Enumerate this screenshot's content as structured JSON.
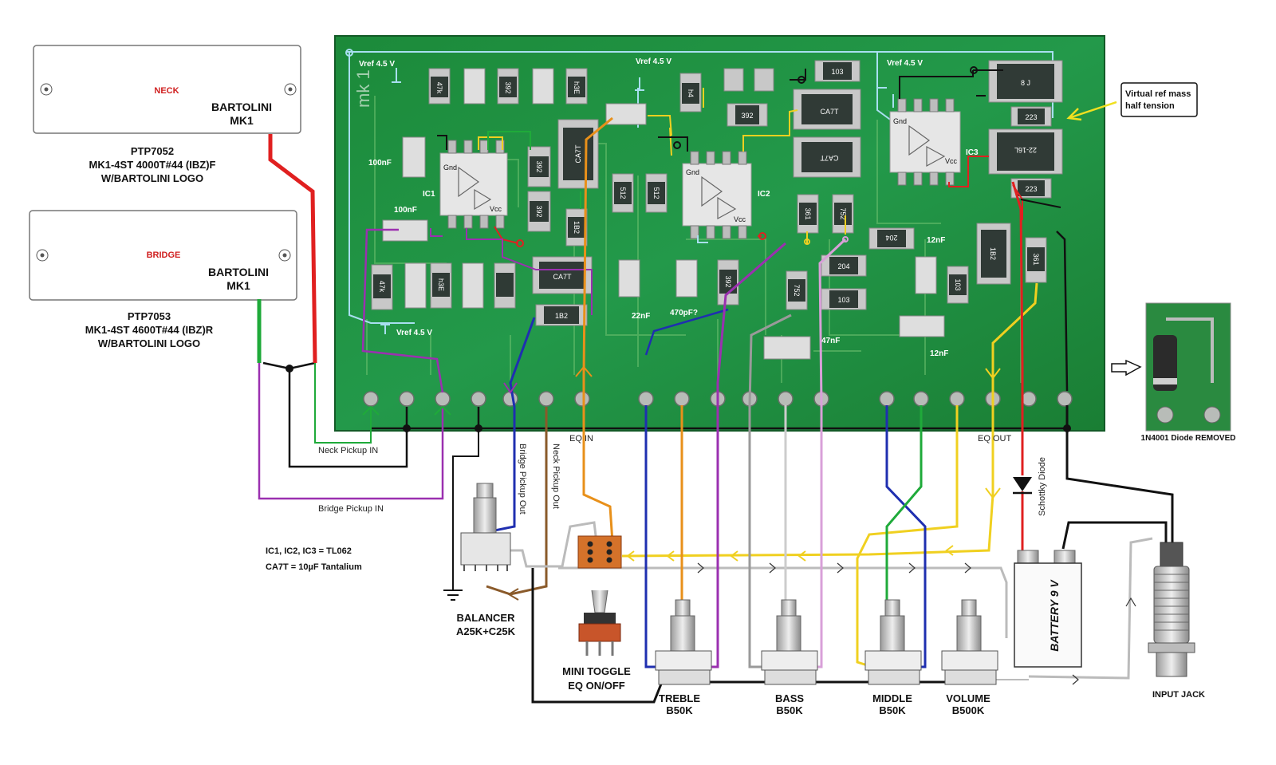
{
  "pickups": {
    "neck": {
      "position": "NECK",
      "brand": "BARTOLINI",
      "model": "MK1",
      "part": "PTP7052",
      "code": "MK1-4ST 4000T#44 (IBZ)F",
      "logo": "W/BARTOLINI LOGO"
    },
    "bridge": {
      "position": "BRIDGE",
      "brand": "BARTOLINI",
      "model": "MK1",
      "part": "PTP7053",
      "code": "MK1-4ST 4600T#44 (IBZ)R",
      "logo": "W/BARTOLINI LOGO"
    }
  },
  "board": {
    "silk": "mk 1",
    "vref": [
      "Vref 4.5 V",
      "Vref 4.5 V",
      "Vref 4.5 V",
      "Vref 4.5 V"
    ],
    "ic_labels": [
      "IC1",
      "IC2",
      "IC3"
    ],
    "gnd": "Gnd",
    "vcc": "Vcc",
    "caps": [
      "100nF",
      "100nF",
      "22nF",
      "470pF?",
      "47nF",
      "12nF",
      "12nF"
    ],
    "smd_codes": [
      "47k",
      "392",
      "h3E",
      "512",
      "512",
      "h4",
      "392",
      "103",
      "CA7T",
      "CA7T",
      "CA7T",
      "CA7T",
      "1B2",
      "1B2",
      "392",
      "392",
      "47k",
      "392",
      "h3E",
      "361",
      "752",
      "752",
      "204",
      "204",
      "103",
      "103",
      "1B2",
      "361",
      "8 J",
      "223",
      "22-16L",
      "223"
    ],
    "eq_in": "EQ   IN",
    "eq_out": "EQ  OUT"
  },
  "wiring": {
    "neck_in": "Neck Pickup IN",
    "bridge_in": "Bridge Pickup IN",
    "bridge_out": "Bridge Pickup Out",
    "neck_out": "Neck Pickup Out",
    "schottky": "Schottky Diode"
  },
  "notes": {
    "ic_note": "IC1, IC2, IC3 = TL062",
    "cap_note": "CA7T = 10µF Tantalium",
    "vref_callout": [
      "Virtual ref mass",
      "half tension"
    ],
    "diode_removed": "1N4001 Diode REMOVED"
  },
  "controls": {
    "balancer": [
      "BALANCER",
      "A25K+C25K"
    ],
    "toggle": [
      "MINI TOGGLE",
      "EQ ON/OFF"
    ],
    "treble": [
      "TREBLE",
      "B50K"
    ],
    "bass": [
      "BASS",
      "B50K"
    ],
    "middle": [
      "MIDDLE",
      "B50K"
    ],
    "volume": [
      "VOLUME",
      "B500K"
    ],
    "battery": "BATTERY 9 V",
    "jack": "INPUT JACK"
  },
  "colors": {
    "pcb": "#1f8a3c",
    "red": "#e02020",
    "green": "#1faa3a",
    "purple": "#9b30b0",
    "blue": "#1f2fb0",
    "orange": "#e8901a",
    "brown": "#8a5a2a",
    "yellow": "#f0d020",
    "grey": "#9a9a9a",
    "pink": "#d8a0d8",
    "black": "#111111"
  }
}
